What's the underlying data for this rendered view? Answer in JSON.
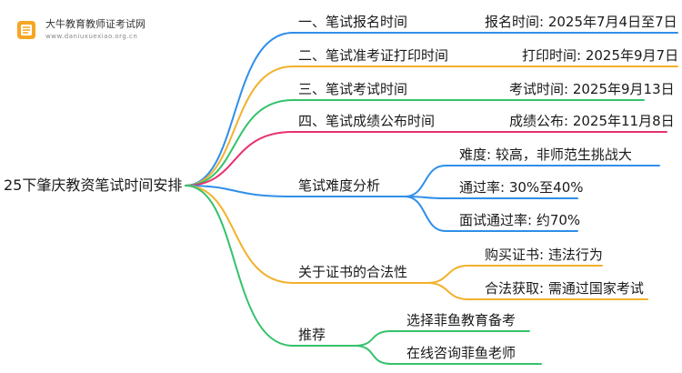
{
  "logo": {
    "title": "大牛教育教师证考试网",
    "url": "www.daniuxuexiao.org.cn"
  },
  "root": {
    "label": "25下肇庆教资笔试时间安排"
  },
  "branches": [
    {
      "label": "一、笔试报名时间",
      "color": "#2f8fe8",
      "children": [
        {
          "label": "报名时间: 2025年7月4日至7日"
        }
      ]
    },
    {
      "label": "二、笔试准考证打印时间",
      "color": "#f2b12c",
      "children": [
        {
          "label": "打印时间: 2025年9月7日"
        }
      ]
    },
    {
      "label": "三、笔试考试时间",
      "color": "#34c26b",
      "children": [
        {
          "label": "考试时间: 2025年9月13日"
        }
      ]
    },
    {
      "label": "四、笔试成绩公布时间",
      "color": "#e8316f",
      "children": [
        {
          "label": "成绩公布: 2025年11月8日"
        }
      ]
    },
    {
      "label": "笔试难度分析",
      "color": "#2f8fe8",
      "children": [
        {
          "label": "难度: 较高，非师范生挑战大"
        },
        {
          "label": "通过率: 30%至40%"
        },
        {
          "label": "面试通过率: 约70%"
        }
      ]
    },
    {
      "label": "关于证书的合法性",
      "color": "#f2b12c",
      "children": [
        {
          "label": "购买证书: 违法行为"
        },
        {
          "label": "合法获取: 需通过国家考试"
        }
      ]
    },
    {
      "label": "推荐",
      "color": "#34c26b",
      "children": [
        {
          "label": "选择菲鱼教育备考"
        },
        {
          "label": "在线咨询菲鱼老师"
        }
      ]
    }
  ]
}
